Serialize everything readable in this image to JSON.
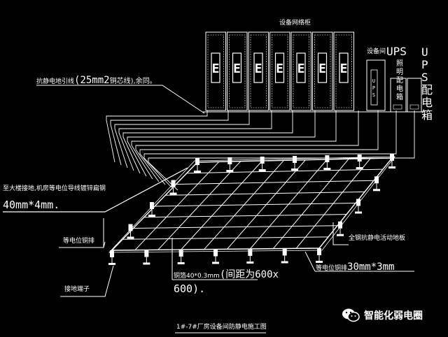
{
  "labels": {
    "cabinet_title": "设备网络柜",
    "ups_cabinet": "UPS",
    "ups_cabinet_prefix": "设备间",
    "ups_cabinet_sub": "UPS",
    "ups_distribution": "UPS配电箱",
    "ups_distribution_vertical": [
      "U",
      "P",
      "S",
      "配",
      "电",
      "箱"
    ],
    "distribution_box": "照明配电箱",
    "distribution_box_vertical": [
      "照",
      "明",
      "配",
      "电",
      "箱"
    ],
    "ground_lead": "抗静电地引线(25mm2铜芯线),余同。",
    "ground_lead_prefix": "抗静电地引线",
    "ground_lead_spec": "(25mm2",
    "ground_lead_suffix": "铜芯线),余同。",
    "ground_connection": "至大楼接地,机房等电位导线镀锌扁钢",
    "ground_connection_size": "40mm*4mm.",
    "braid_strap": "等电位铜排",
    "grid_copper": "全钢抗静电活动地板",
    "floor_copper_size": "等电位铜排30mm*3mm",
    "floor_copper_prefix": "等电位铜排",
    "floor_copper_dims": "30mm*3mm",
    "copper_grid_spec_1": "铜箔40*0.3mm",
    "copper_grid_spec_1a": "(间距为600x",
    "copper_grid_spec_2": "600).",
    "grounding_terminal": "接地端子",
    "drawing_title": "1#-7#厂房设备间防静电施工图"
  },
  "watermark": {
    "text": "智能化弱电圈",
    "icon": "wechat-icon"
  },
  "colors": {
    "background": "#000000",
    "lines": "#ffffff",
    "accent": "#dddddd"
  }
}
